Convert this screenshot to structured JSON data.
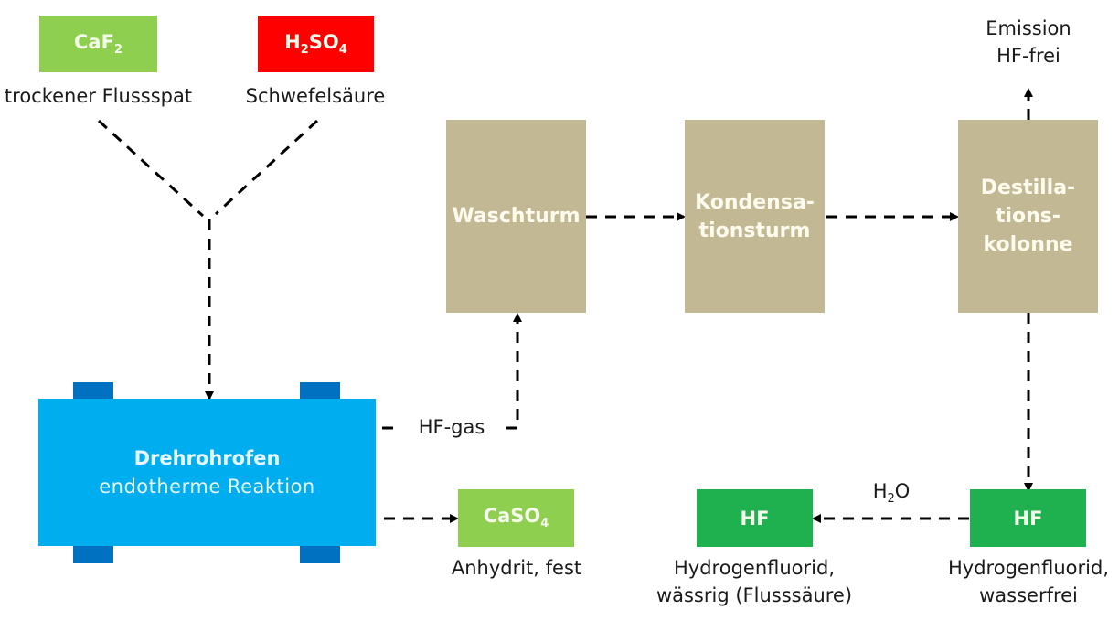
{
  "inputs": {
    "caf2": {
      "formula": "CaF",
      "sub": "2",
      "caption": "trockener Flussspat",
      "color": "#8fcf4f"
    },
    "h2so4": {
      "formula_parts": [
        "H",
        "2",
        "SO",
        "4"
      ],
      "caption": "Schwefelsäure",
      "color": "#ff0000"
    }
  },
  "kiln": {
    "title": "Drehrohrofen",
    "subtitle": "endotherme Reaktion",
    "color": "#00adef",
    "tab_color": "#0070c0"
  },
  "flows": {
    "hf_gas": "HF-gas",
    "water": {
      "base": "H",
      "sub": "2",
      "rest": "O"
    }
  },
  "towers": {
    "wash": {
      "line1": "Waschturm"
    },
    "condensation": {
      "line1": "Kondensa-",
      "line2": "tionsturm"
    },
    "distillation": {
      "line1": "Destilla-",
      "line2": "tions-",
      "line3": "kolonne"
    },
    "color": "#c2b994"
  },
  "emission": {
    "line1": "Emission",
    "line2": "HF-frei"
  },
  "products": {
    "caso4": {
      "formula": "CaSO",
      "sub": "4",
      "caption": "Anhydrit, fest",
      "color": "#8fcf4f"
    },
    "hf_aqueous": {
      "label": "HF",
      "caption_line1": "Hydrogenfluorid,",
      "caption_line2": "wässrig (Flusssäure)",
      "color": "#1fb04f"
    },
    "hf_anhydrous": {
      "label": "HF",
      "caption_line1": "Hydrogenfluorid,",
      "caption_line2": "wasserfrei",
      "color": "#1fb04f"
    }
  }
}
